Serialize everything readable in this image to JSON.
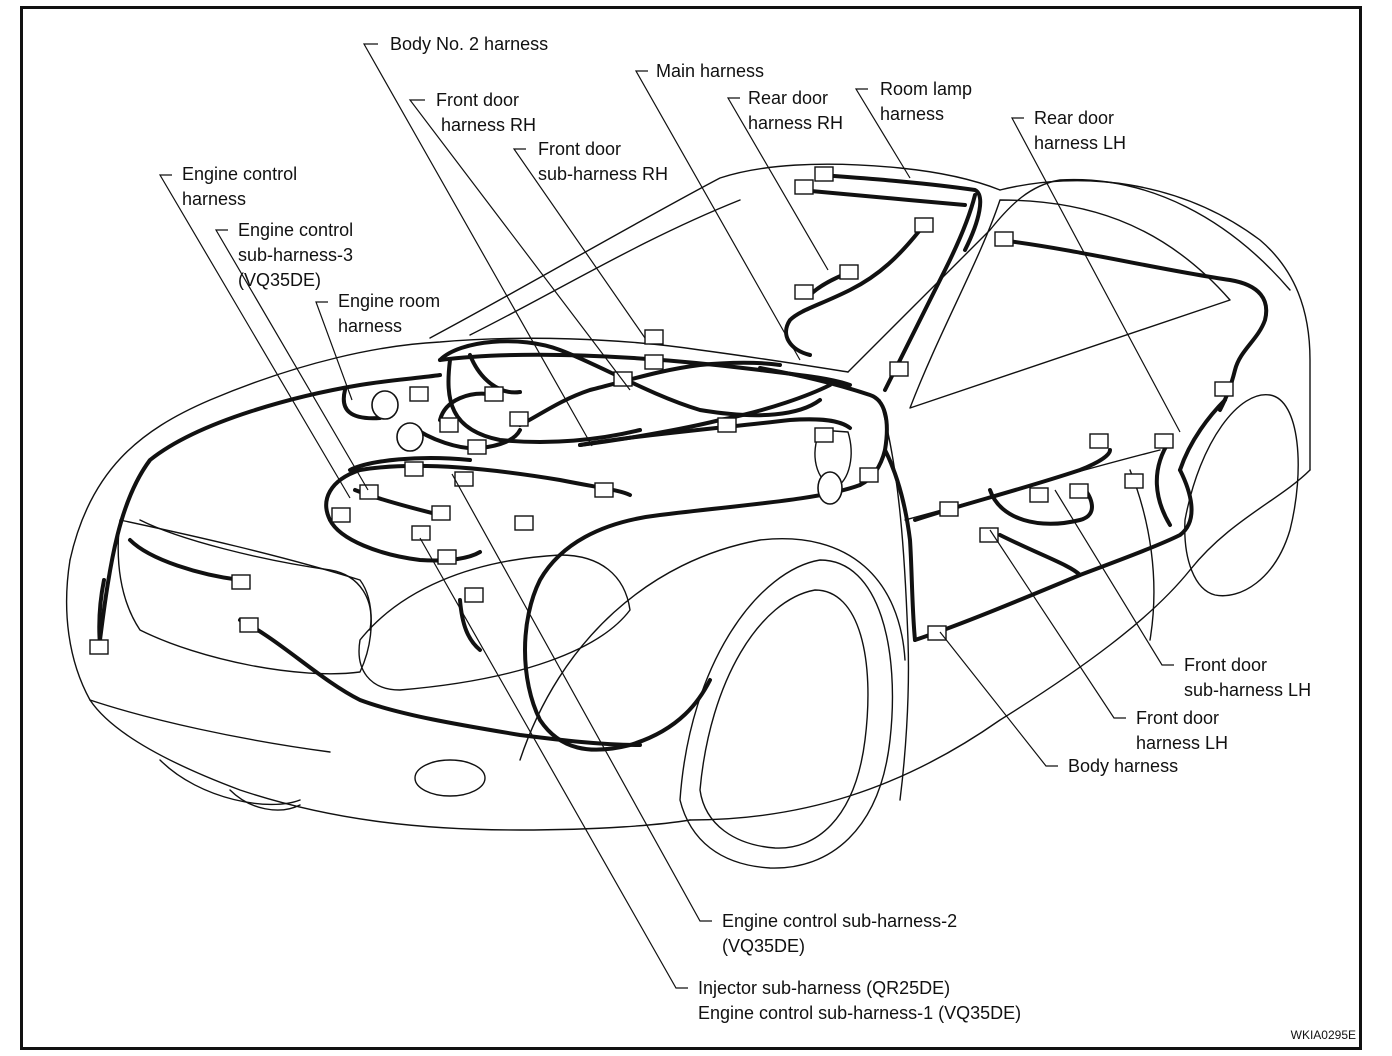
{
  "labels": {
    "body_no2": "Body No. 2 harness",
    "main": "Main harness",
    "front_door_rh_1": "Front door",
    "front_door_rh_2": "harness RH",
    "rear_door_rh_1": "Rear door",
    "rear_door_rh_2": "harness RH",
    "room_lamp_1": "Room lamp",
    "room_lamp_2": "harness",
    "rear_door_lh_1": "Rear door",
    "rear_door_lh_2": "harness LH",
    "front_door_sub_rh_1": "Front door",
    "front_door_sub_rh_2": "sub-harness RH",
    "engine_control_1": "Engine control",
    "engine_control_2": "harness",
    "ec_sub3_1": "Engine control",
    "ec_sub3_2": "sub-harness-3",
    "ec_sub3_3": "(VQ35DE)",
    "engine_room_1": "Engine room",
    "engine_room_2": "harness",
    "front_door_sub_lh_1": "Front door",
    "front_door_sub_lh_2": "sub-harness LH",
    "front_door_lh_1": "Front door",
    "front_door_lh_2": "harness LH",
    "body": "Body harness",
    "ec_sub2_1": "Engine control sub-harness-2",
    "ec_sub2_2": "(VQ35DE)",
    "injector_1": "Injector sub-harness (QR25DE)",
    "injector_2": "Engine control sub-harness-1 (VQ35DE)"
  },
  "reference_code": "WKIA0295E",
  "colors": {
    "ink": "#111111",
    "background": "#ffffff"
  }
}
